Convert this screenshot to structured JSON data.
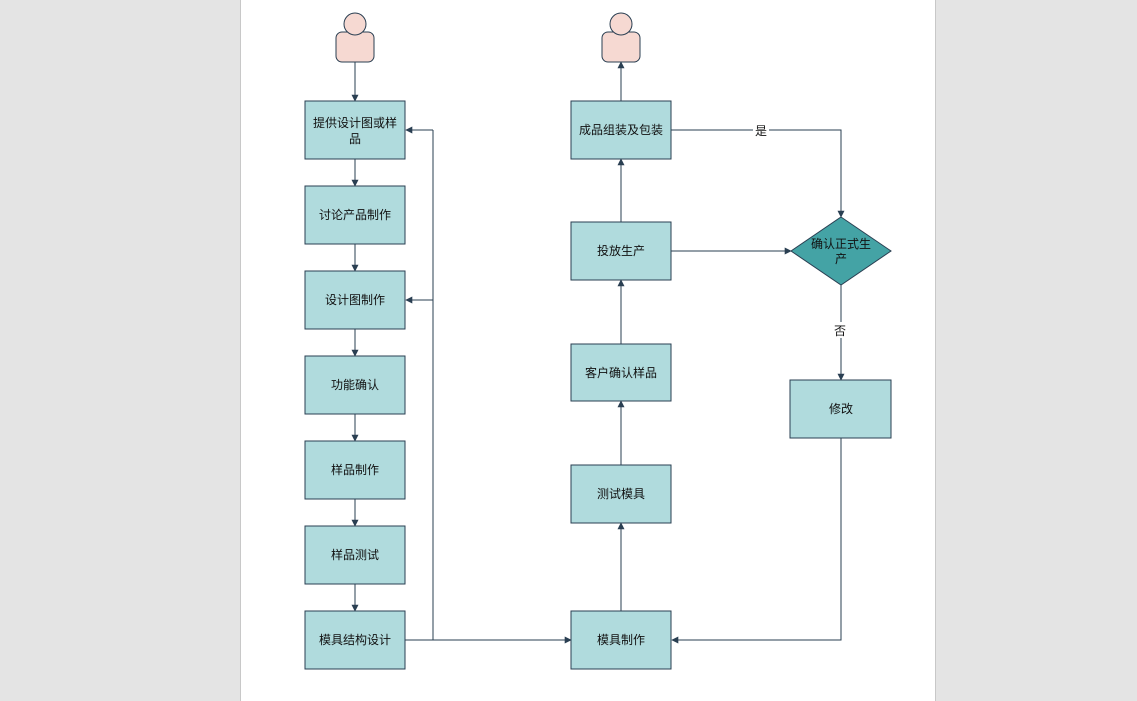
{
  "colors": {
    "box_fill": "#b0dbdd",
    "decision_fill": "#44a3a5",
    "person_fill": "#f6d9d2",
    "line": "#2a3f52"
  },
  "actors": {
    "left": {
      "icon": "person-icon"
    },
    "right": {
      "icon": "person-icon"
    }
  },
  "nodes": {
    "provide_design_line1": "提供设计图或样",
    "provide_design_line2": "品",
    "discuss_product": "讨论产品制作",
    "design_drawing": "设计图制作",
    "function_confirm": "功能确认",
    "sample_make": "样品制作",
    "sample_test": "样品测试",
    "mold_structure": "模具结构设计",
    "mold_make": "模具制作",
    "test_mold": "测试模具",
    "customer_confirm": "客户确认样品",
    "put_into_production": "投放生产",
    "assembly_packaging": "成品组装及包装",
    "confirm_production_line1": "确认正式生",
    "confirm_production_line2": "产",
    "modify": "修改"
  },
  "edge_labels": {
    "yes": "是",
    "no": "否"
  }
}
